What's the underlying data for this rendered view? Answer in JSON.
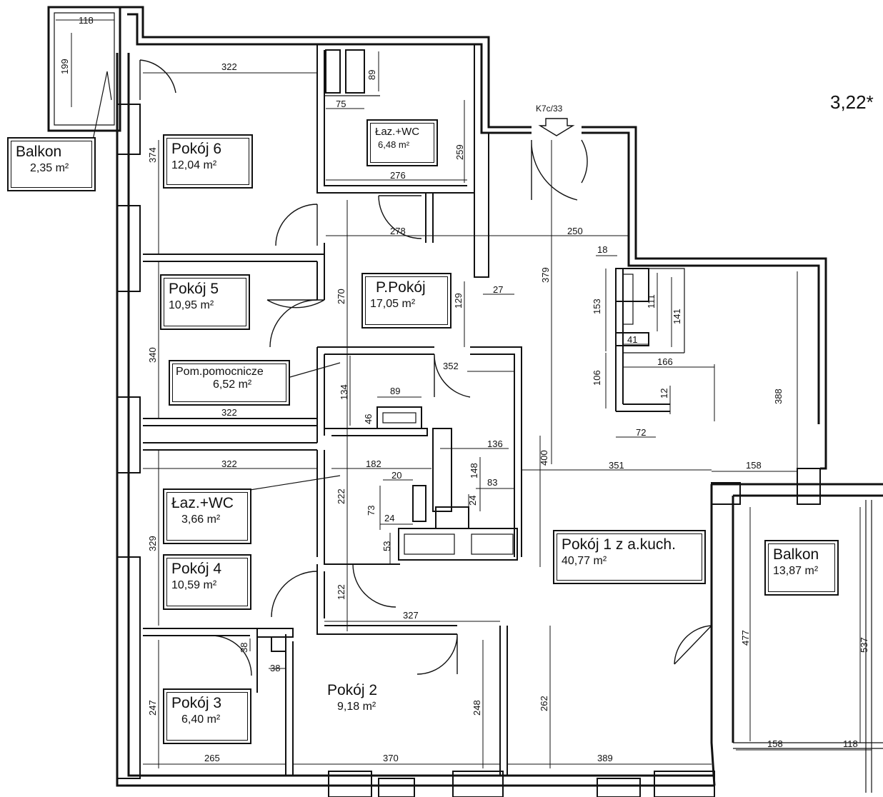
{
  "rooms": [
    {
      "id": "balkon-small",
      "name": "Balkon",
      "area": "2,35 m²"
    },
    {
      "id": "pokoj-6",
      "name": "Pokój 6",
      "area": "12,04 m²"
    },
    {
      "id": "laz-wc-1",
      "name": "Łaz.+WC",
      "area": "6,48 m²"
    },
    {
      "id": "pokoj-5",
      "name": "Pokój 5",
      "area": "10,95 m²"
    },
    {
      "id": "p-pokoj",
      "name": "P.Pokój",
      "area": "17,05 m²"
    },
    {
      "id": "pom-pomocnicze",
      "name": "Pom.pomocnicze",
      "area": "6,52 m²"
    },
    {
      "id": "laz-wc-2",
      "name": "Łaz.+WC",
      "area": "3,66 m²"
    },
    {
      "id": "pokoj-4",
      "name": "Pokój 4",
      "area": "10,59 m²"
    },
    {
      "id": "pokoj-1",
      "name": "Pokój 1 z a.kuch.",
      "area": "40,77 m²"
    },
    {
      "id": "balkon-large",
      "name": "Balkon",
      "area": "13,87 m²"
    },
    {
      "id": "pokoj-3",
      "name": "Pokój 3",
      "area": "6,40 m²"
    },
    {
      "id": "pokoj-2",
      "name": "Pokój 2",
      "area": "9,18 m²"
    }
  ],
  "entrance_marker": "K7c/33",
  "corner_value": "3,22*",
  "dimensions": {
    "d118a": "118",
    "d199": "199",
    "d322a": "322",
    "d89a": "89",
    "d75": "75",
    "d259": "259",
    "d276": "276",
    "d374": "374",
    "d278": "278",
    "d250": "250",
    "d379": "379",
    "d18": "18",
    "d153": "153",
    "d111": "111",
    "d141": "141",
    "d41": "41",
    "d166": "166",
    "d106": "106",
    "d12": "12",
    "d72": "72",
    "d270": "270",
    "d129": "129",
    "d27": "27",
    "d352": "352",
    "d340": "340",
    "d134": "134",
    "d89b": "89",
    "d46": "46",
    "d322b": "322",
    "d388": "388",
    "d136": "136",
    "d322c": "322",
    "d182": "182",
    "d20": "20",
    "d148": "148",
    "d83": "83",
    "d24a": "24",
    "d400": "400",
    "d351": "351",
    "d158a": "158",
    "d222": "222",
    "d73": "73",
    "d24b": "24",
    "d53": "53",
    "d329": "329",
    "d122": "122",
    "d327": "327",
    "d38a": "38",
    "d38b": "38",
    "d477": "477",
    "d537": "537",
    "d247": "247",
    "d248": "248",
    "d262": "262",
    "d265": "265",
    "d370": "370",
    "d389": "389",
    "d158b": "158",
    "d118b": "118"
  }
}
